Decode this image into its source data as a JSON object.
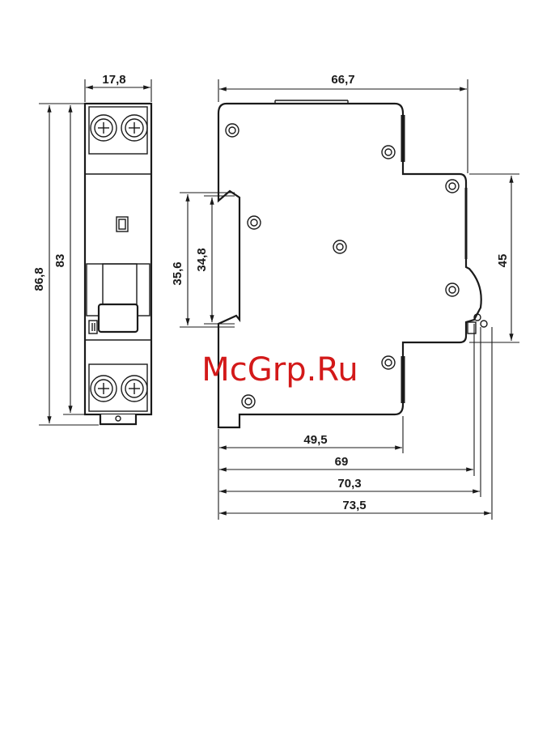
{
  "dimensions": {
    "front_width": "17,8",
    "front_height_total": "86,8",
    "front_height_body": "83",
    "side_width_top": "66,7",
    "side_rail_outer": "35,6",
    "side_rail_inner": "34,8",
    "side_front_height": "45",
    "side_depth_1": "49,5",
    "side_depth_2": "69",
    "side_depth_3": "70,3",
    "side_depth_4": "73,5"
  },
  "watermark": "McGrp.Ru",
  "colors": {
    "line": "#1a1a1a",
    "watermark": "#d31919",
    "background": "#ffffff"
  }
}
